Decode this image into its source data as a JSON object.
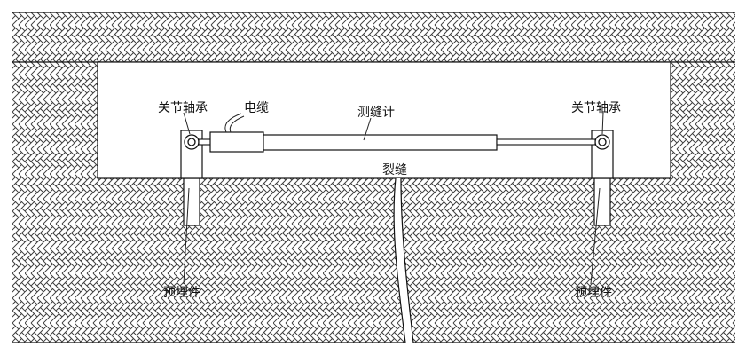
{
  "labels": {
    "joint_bearing_left": "关节轴承",
    "joint_bearing_right": "关节轴承",
    "cable": "电缆",
    "crack_meter": "测缝计",
    "crack": "裂缝",
    "embedded_part_left": "预埋件",
    "embedded_part_right": "预埋件"
  },
  "colors": {
    "line": "#111111",
    "hatch": "#3a3a3a",
    "background": "#ffffff"
  },
  "hatch_pattern": "herringbone"
}
